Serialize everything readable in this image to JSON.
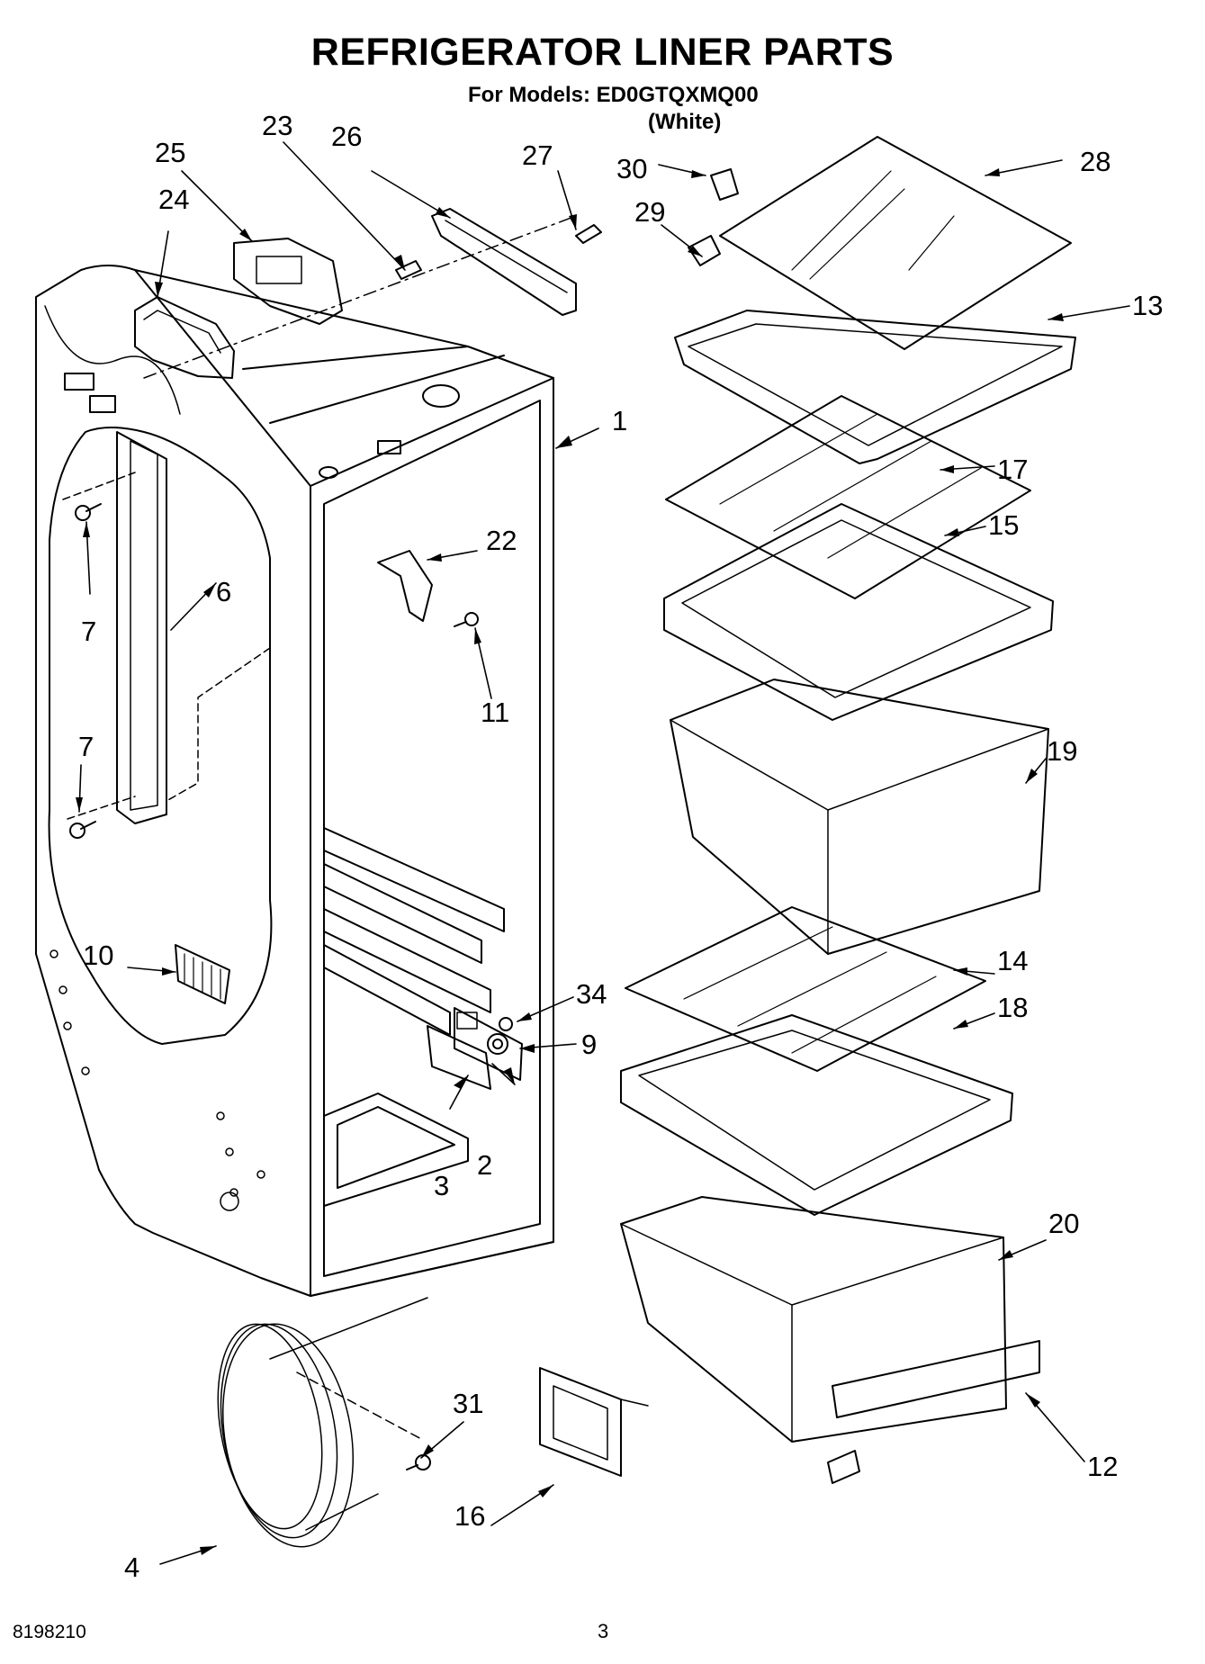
{
  "header": {
    "title": "REFRIGERATOR LINER PARTS",
    "models_line": "For Models: ED0GTQXMQ00",
    "variant": "(White)"
  },
  "callouts": [
    "1",
    "2",
    "3",
    "4",
    "6",
    "7",
    "7",
    "9",
    "10",
    "11",
    "12",
    "13",
    "14",
    "15",
    "16",
    "17",
    "18",
    "19",
    "20",
    "22",
    "23",
    "24",
    "25",
    "26",
    "27",
    "28",
    "29",
    "30",
    "31",
    "34"
  ],
  "footer": {
    "doc_number": "8198210",
    "page_number": "3"
  }
}
